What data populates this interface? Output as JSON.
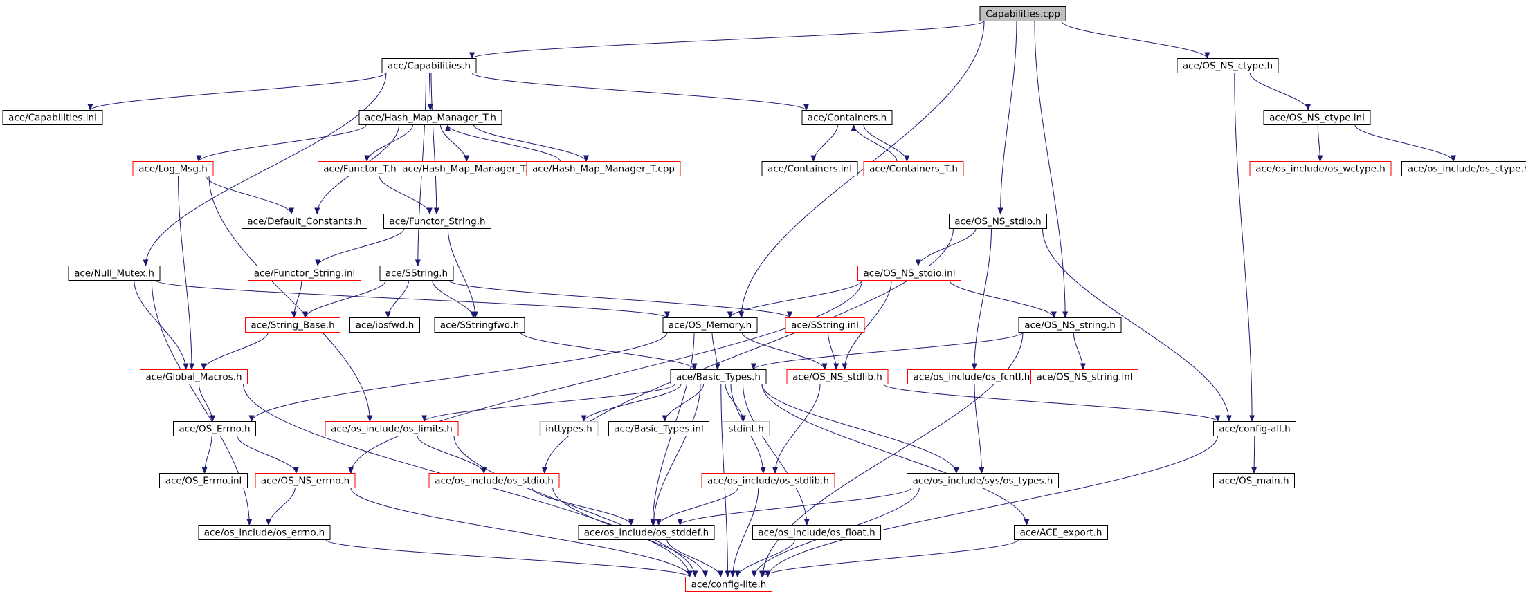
{
  "colors": {
    "edge": "#191970",
    "border_normal": "#000000",
    "border_red": "#ff0000",
    "border_gray": "#bfbfbf",
    "root_fill": "#bfbfbf",
    "node_fill": "#ffffff",
    "text": "#000000"
  },
  "nodes": [
    {
      "id": "capcpp",
      "label": "Capabilities.cpp",
      "style": "root"
    },
    {
      "id": "cap_h",
      "label": "ace/Capabilities.h",
      "style": "normal"
    },
    {
      "id": "ctype_h",
      "label": "ace/OS_NS_ctype.h",
      "style": "normal"
    },
    {
      "id": "cap_inl",
      "label": "ace/Capabilities.inl",
      "style": "normal"
    },
    {
      "id": "hmm_h",
      "label": "ace/Hash_Map_Manager_T.h",
      "style": "normal"
    },
    {
      "id": "cont_h",
      "label": "ace/Containers.h",
      "style": "normal"
    },
    {
      "id": "ctype_inl",
      "label": "ace/OS_NS_ctype.inl",
      "style": "normal"
    },
    {
      "id": "logmsg",
      "label": "ace/Log_Msg.h",
      "style": "red"
    },
    {
      "id": "functor_h",
      "label": "ace/Functor_T.h",
      "style": "red"
    },
    {
      "id": "hmm_inl",
      "label": "ace/Hash_Map_Manager_T.inl",
      "style": "red"
    },
    {
      "id": "hmm_cpp",
      "label": "ace/Hash_Map_Manager_T.cpp",
      "style": "red"
    },
    {
      "id": "cont_inl",
      "label": "ace/Containers.inl",
      "style": "normal"
    },
    {
      "id": "cont_t",
      "label": "ace/Containers_T.h",
      "style": "red"
    },
    {
      "id": "os_wctype",
      "label": "ace/os_include/os_wctype.h",
      "style": "red"
    },
    {
      "id": "os_ctype",
      "label": "ace/os_include/os_ctype.h",
      "style": "normal"
    },
    {
      "id": "defconst",
      "label": "ace/Default_Constants.h",
      "style": "normal"
    },
    {
      "id": "functorstr_h",
      "label": "ace/Functor_String.h",
      "style": "normal"
    },
    {
      "id": "stdio_h",
      "label": "ace/OS_NS_stdio.h",
      "style": "normal"
    },
    {
      "id": "nullmutex",
      "label": "ace/Null_Mutex.h",
      "style": "normal"
    },
    {
      "id": "functorstr_inl",
      "label": "ace/Functor_String.inl",
      "style": "red"
    },
    {
      "id": "sstring_h",
      "label": "ace/SString.h",
      "style": "normal"
    },
    {
      "id": "stdio_inl",
      "label": "ace/OS_NS_stdio.inl",
      "style": "red"
    },
    {
      "id": "strbase",
      "label": "ace/String_Base.h",
      "style": "red"
    },
    {
      "id": "iosfwd",
      "label": "ace/iosfwd.h",
      "style": "normal"
    },
    {
      "id": "sstrfwd",
      "label": "ace/SStringfwd.h",
      "style": "normal"
    },
    {
      "id": "osmem",
      "label": "ace/OS_Memory.h",
      "style": "normal"
    },
    {
      "id": "sstring_inl",
      "label": "ace/SString.inl",
      "style": "red"
    },
    {
      "id": "nsstring_h",
      "label": "ace/OS_NS_string.h",
      "style": "normal"
    },
    {
      "id": "globmac",
      "label": "ace/Global_Macros.h",
      "style": "red"
    },
    {
      "id": "basictypes",
      "label": "ace/Basic_Types.h",
      "style": "normal"
    },
    {
      "id": "nsstdlib",
      "label": "ace/OS_NS_stdlib.h",
      "style": "red"
    },
    {
      "id": "osfcntl",
      "label": "ace/os_include/os_fcntl.h",
      "style": "red"
    },
    {
      "id": "nsstring_inl",
      "label": "ace/OS_NS_string.inl",
      "style": "red"
    },
    {
      "id": "oserrno",
      "label": "ace/OS_Errno.h",
      "style": "normal"
    },
    {
      "id": "oslimits",
      "label": "ace/os_include/os_limits.h",
      "style": "red"
    },
    {
      "id": "inttypes",
      "label": "inttypes.h",
      "style": "gray"
    },
    {
      "id": "basic_inl",
      "label": "ace/Basic_Types.inl",
      "style": "normal"
    },
    {
      "id": "stdint",
      "label": "stdint.h",
      "style": "gray"
    },
    {
      "id": "configall",
      "label": "ace/config-all.h",
      "style": "normal"
    },
    {
      "id": "oserrno_inl",
      "label": "ace/OS_Errno.inl",
      "style": "normal"
    },
    {
      "id": "nserrno",
      "label": "ace/OS_NS_errno.h",
      "style": "red"
    },
    {
      "id": "osstdio",
      "label": "ace/os_include/os_stdio.h",
      "style": "red"
    },
    {
      "id": "osstdlib",
      "label": "ace/os_include/os_stdlib.h",
      "style": "red"
    },
    {
      "id": "ostypes",
      "label": "ace/os_include/sys/os_types.h",
      "style": "normal"
    },
    {
      "id": "osmain",
      "label": "ace/OS_main.h",
      "style": "normal"
    },
    {
      "id": "oserrno_os",
      "label": "ace/os_include/os_errno.h",
      "style": "normal"
    },
    {
      "id": "osstddef",
      "label": "ace/os_include/os_stddef.h",
      "style": "normal"
    },
    {
      "id": "osfloat",
      "label": "ace/os_include/os_float.h",
      "style": "normal"
    },
    {
      "id": "aceexport",
      "label": "ace/ACE_export.h",
      "style": "normal"
    },
    {
      "id": "configlite",
      "label": "ace/config-lite.h",
      "style": "red"
    }
  ],
  "edges": [
    [
      "capcpp",
      "cap_h"
    ],
    [
      "capcpp",
      "ctype_h"
    ],
    [
      "capcpp",
      "osmem"
    ],
    [
      "capcpp",
      "stdio_h"
    ],
    [
      "capcpp",
      "nsstring_h"
    ],
    [
      "cap_h",
      "cap_inl"
    ],
    [
      "cap_h",
      "hmm_h"
    ],
    [
      "cap_h",
      "cont_h"
    ],
    [
      "cap_h",
      "nullmutex"
    ],
    [
      "cap_h",
      "sstring_h"
    ],
    [
      "cap_h",
      "functorstr_h"
    ],
    [
      "ctype_h",
      "ctype_inl"
    ],
    [
      "ctype_h",
      "configall"
    ],
    [
      "ctype_inl",
      "os_wctype"
    ],
    [
      "ctype_inl",
      "os_ctype"
    ],
    [
      "hmm_h",
      "logmsg"
    ],
    [
      "hmm_h",
      "functor_h"
    ],
    [
      "hmm_h",
      "hmm_inl"
    ],
    [
      "hmm_h",
      "hmm_cpp"
    ],
    [
      "hmm_h",
      "defconst"
    ],
    [
      "hmm_cpp",
      "hmm_h"
    ],
    [
      "cont_h",
      "cont_inl"
    ],
    [
      "cont_h",
      "cont_t"
    ],
    [
      "cont_t",
      "cont_h"
    ],
    [
      "logmsg",
      "defconst"
    ],
    [
      "logmsg",
      "globmac"
    ],
    [
      "logmsg",
      "oslimits"
    ],
    [
      "functor_h",
      "functorstr_h"
    ],
    [
      "functorstr_h",
      "functorstr_inl"
    ],
    [
      "functorstr_h",
      "sstrfwd"
    ],
    [
      "functorstr_inl",
      "strbase"
    ],
    [
      "nullmutex",
      "globmac"
    ],
    [
      "nullmutex",
      "osmem"
    ],
    [
      "nullmutex",
      "oserrno_os"
    ],
    [
      "sstring_h",
      "strbase"
    ],
    [
      "sstring_h",
      "iosfwd"
    ],
    [
      "sstring_h",
      "sstrfwd"
    ],
    [
      "sstring_h",
      "sstring_inl"
    ],
    [
      "stdio_h",
      "stdio_inl"
    ],
    [
      "stdio_h",
      "osfcntl"
    ],
    [
      "stdio_h",
      "osstdio"
    ],
    [
      "stdio_h",
      "configall"
    ],
    [
      "stdio_inl",
      "osmem"
    ],
    [
      "stdio_inl",
      "nsstring_h"
    ],
    [
      "stdio_inl",
      "nsstdlib"
    ],
    [
      "stdio_inl",
      "nserrno"
    ],
    [
      "strbase",
      "globmac"
    ],
    [
      "sstrfwd",
      "basictypes"
    ],
    [
      "sstring_inl",
      "nsstdlib"
    ],
    [
      "osmem",
      "basictypes"
    ],
    [
      "osmem",
      "nsstdlib"
    ],
    [
      "osmem",
      "oserrno"
    ],
    [
      "osmem",
      "osstddef"
    ],
    [
      "nsstring_h",
      "basictypes"
    ],
    [
      "nsstring_h",
      "nsstring_inl"
    ],
    [
      "nsstring_h",
      "configlite"
    ],
    [
      "globmac",
      "oserrno"
    ],
    [
      "globmac",
      "configlite"
    ],
    [
      "basictypes",
      "oslimits"
    ],
    [
      "basictypes",
      "inttypes"
    ],
    [
      "basictypes",
      "basic_inl"
    ],
    [
      "basictypes",
      "stdint"
    ],
    [
      "basictypes",
      "osstdlib"
    ],
    [
      "basictypes",
      "ostypes"
    ],
    [
      "basictypes",
      "aceexport"
    ],
    [
      "basictypes",
      "osstddef"
    ],
    [
      "basictypes",
      "osfloat"
    ],
    [
      "basictypes",
      "configlite"
    ],
    [
      "nsstdlib",
      "configall"
    ],
    [
      "nsstdlib",
      "osstdlib"
    ],
    [
      "osfcntl",
      "ostypes"
    ],
    [
      "configall",
      "osmain"
    ],
    [
      "configall",
      "configlite"
    ],
    [
      "oserrno",
      "oserrno_inl"
    ],
    [
      "oserrno",
      "nserrno"
    ],
    [
      "oslimits",
      "osstdio"
    ],
    [
      "oslimits",
      "configlite"
    ],
    [
      "nserrno",
      "oserrno_os"
    ],
    [
      "nserrno",
      "configlite"
    ],
    [
      "osstdio",
      "osstddef"
    ],
    [
      "osstdio",
      "configlite"
    ],
    [
      "osstdlib",
      "osstddef"
    ],
    [
      "osstdlib",
      "configlite"
    ],
    [
      "ostypes",
      "osstddef"
    ],
    [
      "ostypes",
      "configlite"
    ],
    [
      "oserrno_os",
      "configlite"
    ],
    [
      "osstddef",
      "configlite"
    ],
    [
      "osfloat",
      "configlite"
    ],
    [
      "aceexport",
      "configlite"
    ]
  ]
}
